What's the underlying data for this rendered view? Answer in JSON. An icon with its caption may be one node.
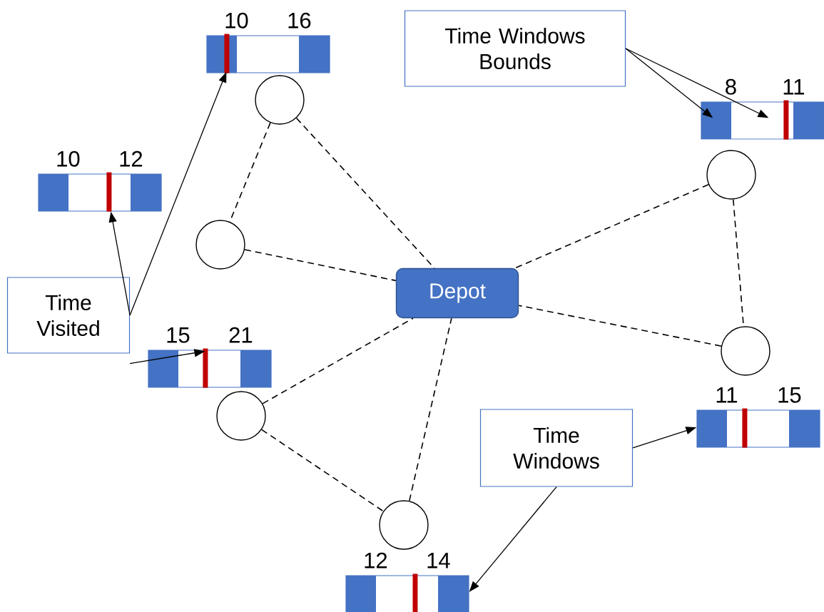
{
  "diagram": {
    "nodes": [
      {
        "text": [
          "10",
          "16"
        ]
      },
      {
        "text": [
          "Time Windows Bounds"
        ]
      },
      {
        "text": [
          "8",
          "11"
        ]
      },
      {
        "text": [],
        "shape": "circle"
      },
      {
        "text": [
          "10",
          "12"
        ]
      },
      {
        "text": [],
        "shape": "circle"
      },
      {
        "text": [],
        "shape": "circle"
      },
      {
        "text": [
          "Time Visited"
        ]
      },
      {
        "text": [
          "Depot"
        ]
      },
      {
        "text": [
          "15",
          "21"
        ]
      },
      {
        "text": [],
        "shape": "circle"
      },
      {
        "text": [
          "11",
          "15"
        ]
      },
      {
        "text": [],
        "shape": "circle"
      },
      {
        "text": [
          "Time Windows"
        ]
      },
      {
        "text": [],
        "shape": "circle"
      },
      {
        "text": [
          "12",
          "14"
        ]
      }
    ],
    "edges": [
      {
        "from": 3,
        "to": 6,
        "arrow": "none",
        "style": "dashed"
      },
      {
        "from": 3,
        "to": 8,
        "arrow": "none",
        "style": "dashed"
      },
      {
        "from": 6,
        "to": 8,
        "arrow": "none",
        "style": "dashed"
      },
      {
        "from": 5,
        "to": 8,
        "arrow": "none",
        "style": "dashed"
      },
      {
        "from": 5,
        "to": 10,
        "arrow": "none",
        "style": "dashed"
      },
      {
        "from": 10,
        "to": 8,
        "arrow": "none",
        "style": "dashed"
      },
      {
        "from": 12,
        "to": 8,
        "arrow": "none",
        "style": "dashed"
      },
      {
        "from": 12,
        "to": 14,
        "arrow": "none",
        "style": "dashed"
      },
      {
        "from": 14,
        "to": 8,
        "arrow": "none",
        "style": "dashed"
      },
      {
        "from": 7,
        "to": 0,
        "arrow": "to"
      },
      {
        "from": 7,
        "to": 4,
        "arrow": "to"
      },
      {
        "from": 7,
        "to": 9,
        "arrow": "to"
      },
      {
        "from": 1,
        "to": 2,
        "arrow": "to"
      },
      {
        "from": 1,
        "to": 2,
        "arrow": "to"
      },
      {
        "from": 13,
        "to": 11,
        "arrow": "to"
      },
      {
        "from": 13,
        "to": 15,
        "arrow": "to"
      }
    ]
  }
}
